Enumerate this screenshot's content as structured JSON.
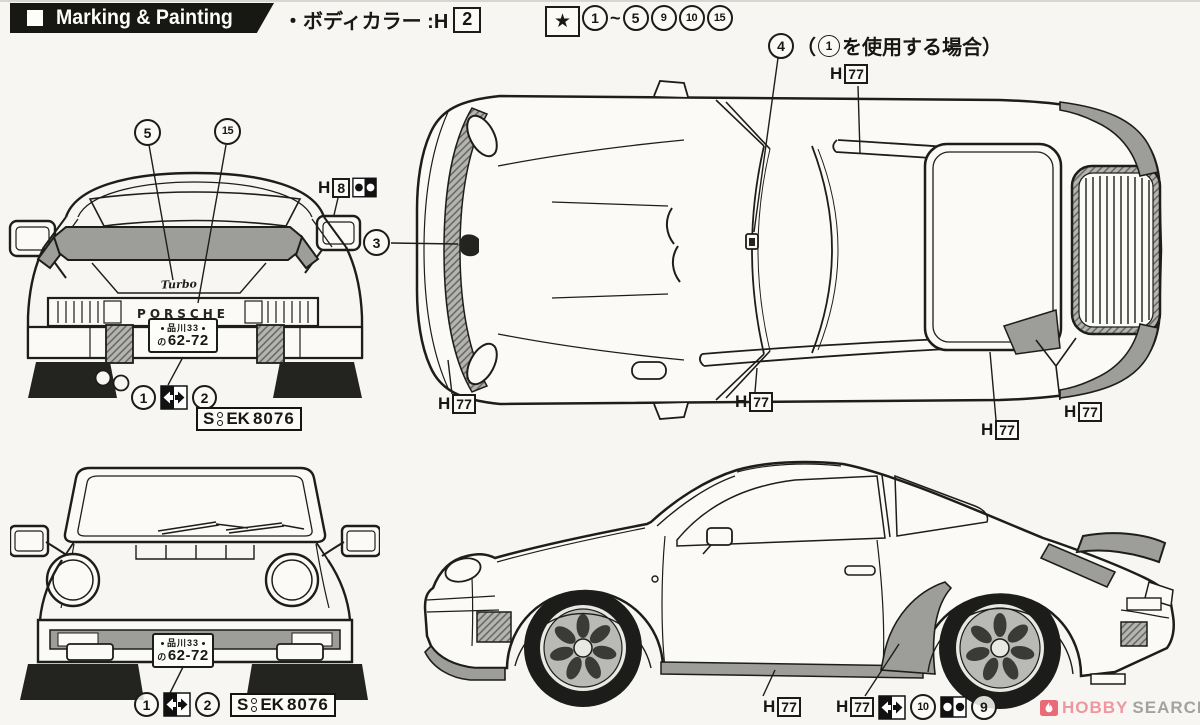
{
  "header": {
    "title": "Marking & Painting",
    "body_color_prefix": "・ボディカラー :H",
    "body_color_code": "2",
    "star": "★",
    "seq_1": "1",
    "seq_tilde": "~",
    "seq_5": "5",
    "seq_9": "9",
    "seq_10": "10",
    "seq_15": "15"
  },
  "note4": {
    "num": "4",
    "pre": "（",
    "inner": "1",
    "post": "を使用する場合）"
  },
  "labels": {
    "h": "H",
    "h77": "77",
    "h8": "8"
  },
  "callouts": {
    "c1": "1",
    "c2": "2",
    "c3": "3",
    "c5": "5",
    "c9": "9",
    "c10": "10",
    "c15": "15"
  },
  "plate_jp": {
    "top": "品川33",
    "hira": "の",
    "num": "62-72"
  },
  "plate_eu": {
    "s": "S",
    "mid": "EK",
    "num": "8076"
  },
  "car_text": {
    "turbo": "Turbo",
    "porsche": "PORSCHE"
  },
  "watermark": {
    "hobby": "HOBBY",
    "search": "SEARCH"
  },
  "colors": {
    "paper": "#f7f6f2",
    "ink": "#1d1d1b",
    "shade_gray": "#9d9d9a",
    "header_bar": "#171714",
    "logo_red": "#e95c6b"
  }
}
